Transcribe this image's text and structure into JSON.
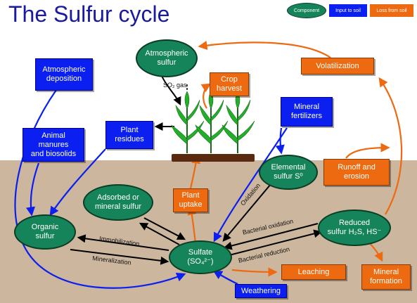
{
  "title": "The Sulfur cycle",
  "legend": {
    "component": "Component",
    "input": "Input to soil",
    "loss": "Loss from soil"
  },
  "components": {
    "atmospheric_sulfur": "Atmospheric\nsulfur",
    "elemental_sulfur": "Elemental\nsulfur S⁰",
    "adsorbed": "Adsorbed or\nmineral sulfur",
    "organic": "Organic\nsulfur",
    "sulfate": "Sulfate\n(SO₄²⁻)",
    "reduced": "Reduced\nsulfur H₂S, HS⁻"
  },
  "inputs": {
    "atmospheric_deposition": "Atmospheric\ndeposition",
    "animal_manures": "Animal\nmanures\nand biosolids",
    "plant_residues": "Plant\nresidues",
    "mineral_fertilizers": "Mineral\nfertilizers",
    "weathering": "Weathering"
  },
  "losses": {
    "crop_harvest": "Crop\nharvest",
    "volatilization": "Volatilization",
    "runoff": "Runoff and\nerosion",
    "plant_uptake": "Plant\nuptake",
    "leaching": "Leaching",
    "mineral_formation": "Mineral\nformation"
  },
  "process_labels": {
    "so2_gas": "SO₂ gas",
    "oxidation": "Oxidation",
    "bacterial_oxidation": "Bacterial oxidation",
    "bacterial_reduction": "Bacterial reduction",
    "immobilization": "Immobilization",
    "mineralization": "Mineralization"
  },
  "colors": {
    "input_blue": "#0a1ff0",
    "loss_orange": "#ee6a10",
    "component_green": "#16845a",
    "soil": "#ccb69e",
    "title": "#1a1aa0"
  },
  "icons": [
    "corn-plants-icon"
  ]
}
